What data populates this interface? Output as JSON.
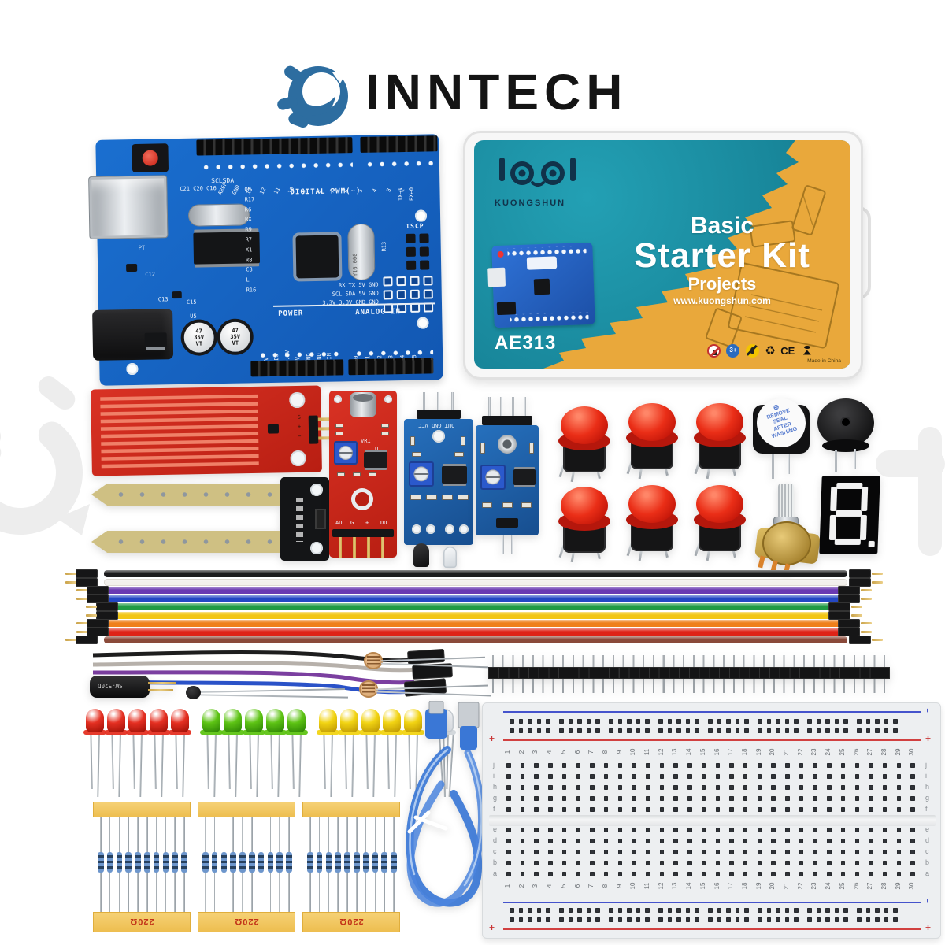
{
  "logo": {
    "brand": "INNTECH",
    "icon": "inntech-swoosh-icon",
    "icon_color": "#2d6da0",
    "text_color": "#141414"
  },
  "kit_box": {
    "brand_logo": "KUONGSHUN",
    "title_line1": "Basic",
    "title_line2": "Starter Kit",
    "title_line3": "Projects",
    "website": "www.kuongshun.com",
    "model": "AE313",
    "made_in": "Made in China",
    "age_badge": "3+",
    "ce_mark": "CE",
    "recycle_mark": "♻",
    "colors": {
      "teal": "#1a93a8",
      "yellow": "#e9a83b",
      "case": "#f7f7f7"
    }
  },
  "arduino": {
    "pcb_color": "#1565c8",
    "scl_sda": "SCLSDA",
    "digital_header": "DIGITAL PWM(~)",
    "digital_pins": [
      "AREF",
      "GND",
      "13",
      "12",
      "11",
      "10",
      "9",
      "8",
      "7",
      "6",
      "5",
      "4",
      "3",
      "2"
    ],
    "tx_pin": "TX→1",
    "rx_pin": "RX←0",
    "icsp_label": "ISCP",
    "top_refs": "C21 C20 C16",
    "left_refs": [
      "ON",
      "R17",
      "R6",
      "RX",
      "R9",
      "R7",
      "X1",
      "R8",
      "C8",
      "L",
      "R16"
    ],
    "ref_pt": "PT",
    "ref_c12": "C12",
    "ref_c13": "C13",
    "ref_c15": "C15",
    "ref_u5": "U5",
    "ref_r13": "R13",
    "comm_table": [
      "RX TX 5V GND",
      "SCL SDA 5V GND",
      "3.3V 3.3V GND GND"
    ],
    "power_header": "POWER",
    "power_pins": [
      "5V",
      "RES",
      "3.3V",
      "5V",
      "GND",
      "GND",
      "VIN"
    ],
    "analog_header": "ANALOG IN",
    "analog_pins": [
      "A0",
      "A1",
      "A2",
      "A3",
      "A4",
      "A5"
    ],
    "capacitor_text": "47\n35V\nVT",
    "crystal_text": "Y16.000"
  },
  "sensors": {
    "water_level_pins": [
      "S",
      "+",
      "−"
    ],
    "mic_pins": [
      "AO",
      "G",
      "+",
      "DO"
    ],
    "mic_trimmer_ref": "VR1",
    "mic_ic_ref": "U1",
    "ir_pin_row": "OUT GND VCC"
  },
  "buzzers": {
    "active_sticker_lines": [
      "REMOVE",
      "SEAL",
      "AFTER",
      "WASHING"
    ],
    "seal_mark": "⊕"
  },
  "buttons": {
    "count": 6,
    "cap_color": "#ea2e17"
  },
  "seven_segment": {
    "digit": "8",
    "decimal_point": "."
  },
  "tilt_switch": {
    "label": "SW-520D"
  },
  "jumper_ribbon": {
    "color_names": [
      "black",
      "white",
      "purple",
      "blue",
      "green",
      "yellow",
      "orange",
      "red",
      "brown"
    ],
    "colors": [
      "#1c1c1d",
      "#f2f0ec",
      "#6a3ab2",
      "#2447c4",
      "#219a44",
      "#f2c614",
      "#ef7f1a",
      "#de2317",
      "#8a4a3a"
    ]
  },
  "ff_bundle": {
    "color_names": [
      "black",
      "gray",
      "purple",
      "blue"
    ],
    "colors": [
      "#1d1d1e",
      "#b6b0aa",
      "#7b3fa0",
      "#2a52c8"
    ]
  },
  "pin_header": {
    "pins": 40
  },
  "leds": {
    "groups": [
      {
        "color_name": "red",
        "hex": "#e53022",
        "dark": "#a31208",
        "count": 5
      },
      {
        "color_name": "green",
        "hex": "#5ec414",
        "dark": "#2f8706",
        "count": 5
      },
      {
        "color_name": "yellow",
        "hex": "#f2d413",
        "dark": "#c09a04",
        "count": 5
      },
      {
        "color_name": "clear",
        "hex": "#eef0f3",
        "dark": "#c3c9cf",
        "count": 1
      }
    ]
  },
  "resistors": {
    "strips": 3,
    "per_strip": 10,
    "label": "220Ω",
    "tape_color": "#edbd4e"
  },
  "usb_cable": {
    "color_name": "translucent-blue",
    "hex": "#3a77d6"
  },
  "breadboard": {
    "columns": 30,
    "top_row_letters": [
      "j",
      "i",
      "h",
      "g",
      "f"
    ],
    "bottom_row_letters": [
      "e",
      "d",
      "c",
      "b",
      "a"
    ],
    "rail_plus": "+",
    "rail_minus": "−",
    "rail_groups": 8,
    "body_color": "#edeff1"
  }
}
